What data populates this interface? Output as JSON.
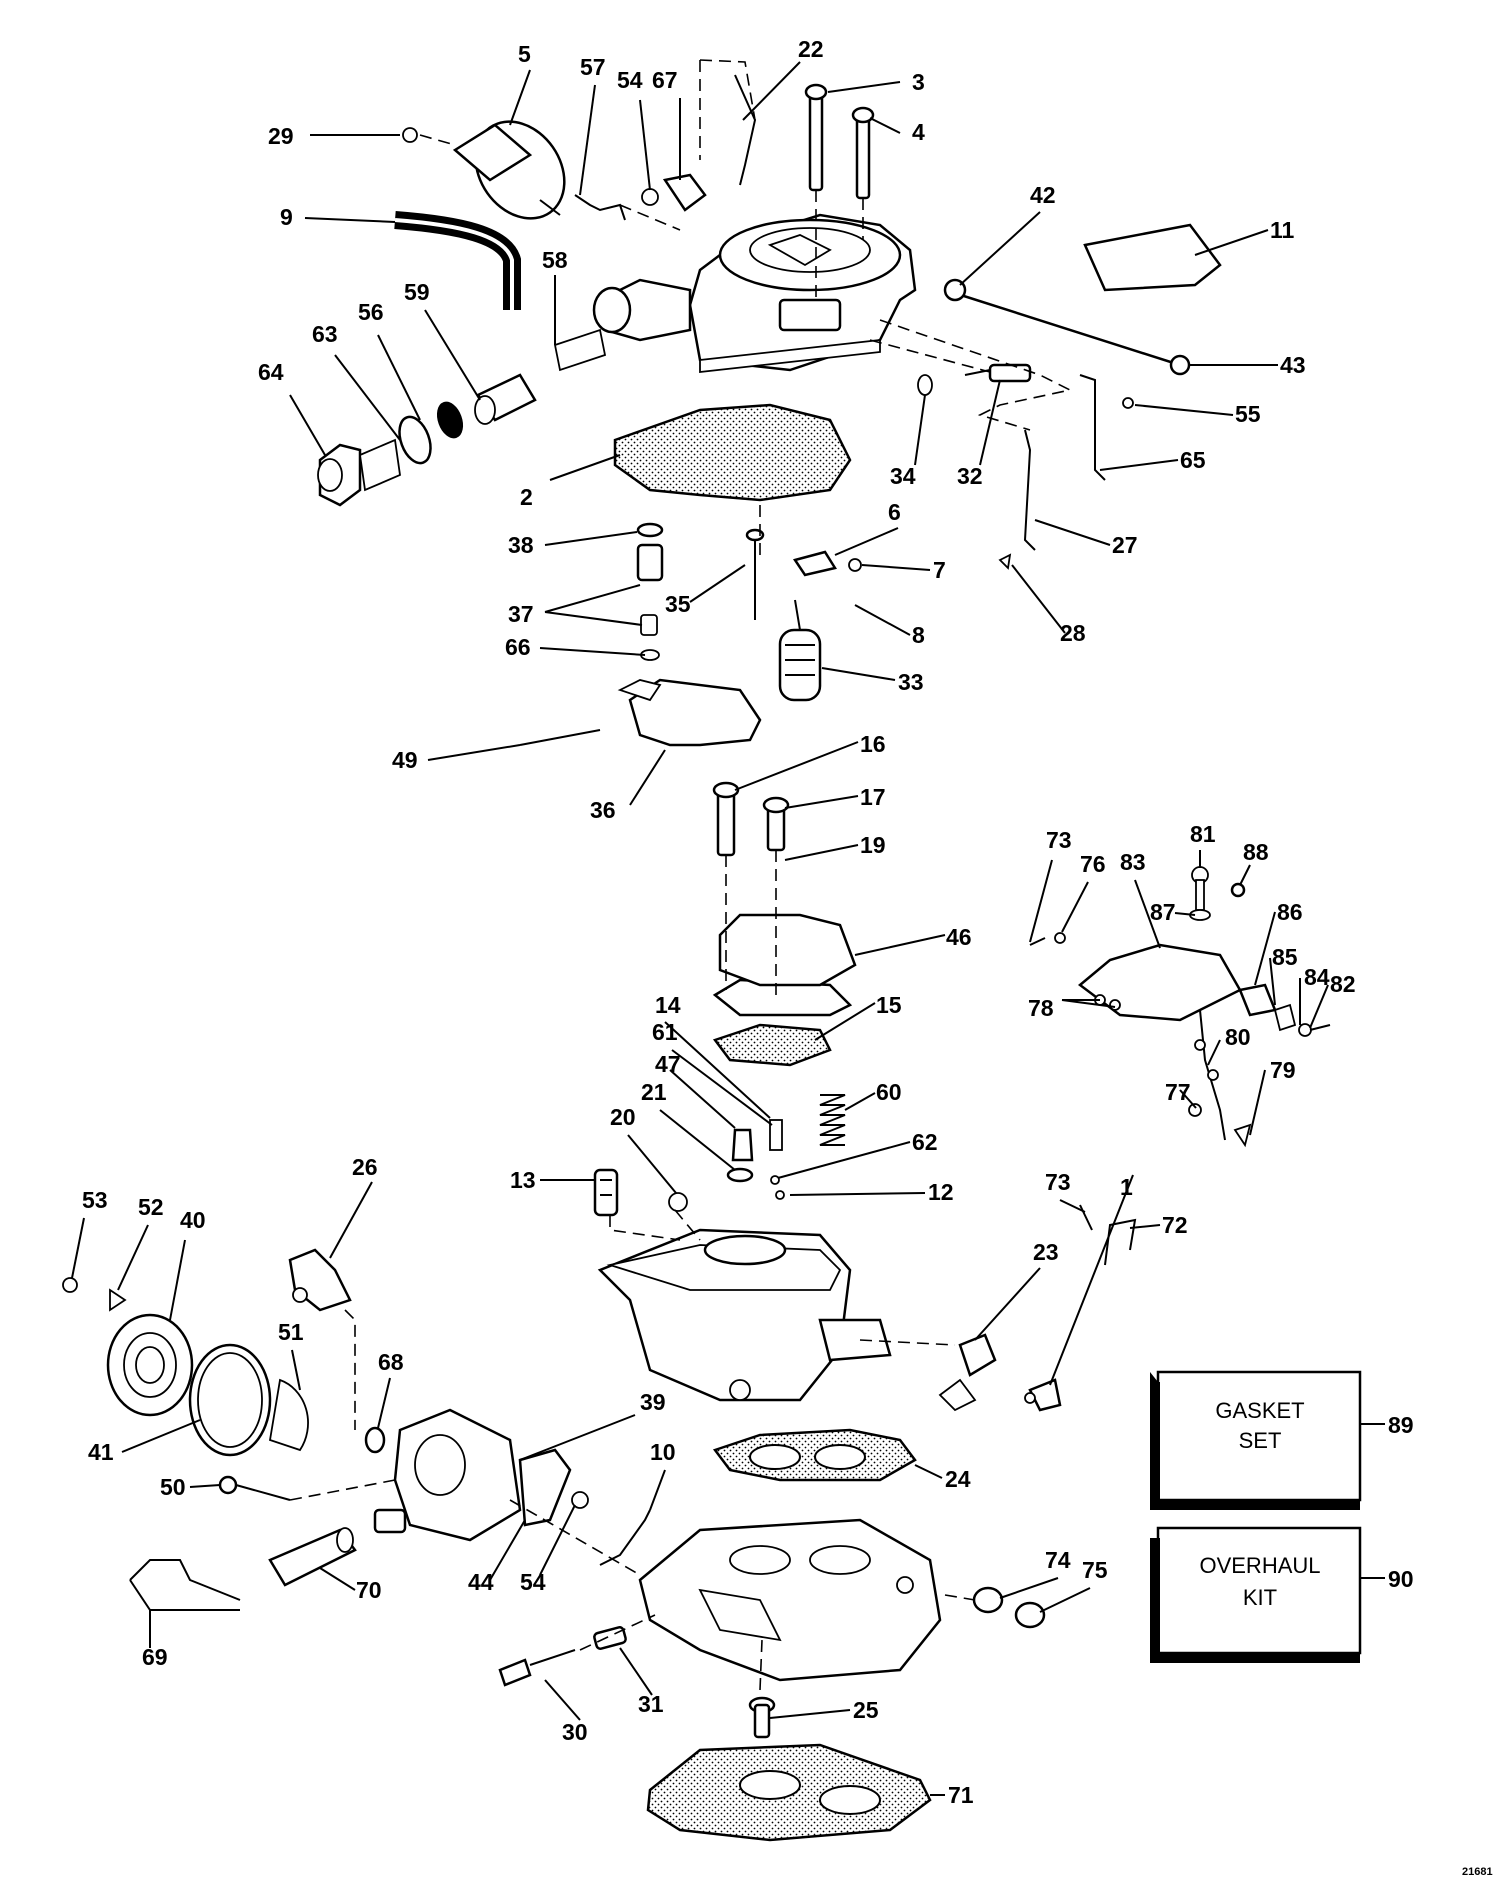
{
  "kits": {
    "gasket_line1": "GASKET",
    "gasket_line2": "SET",
    "gasket_num": "89",
    "overhaul_line1": "OVERHAUL",
    "overhaul_line2": "KIT",
    "overhaul_num": "90"
  },
  "figure_code": "21681",
  "callouts": [
    "1",
    "2",
    "3",
    "4",
    "5",
    "6",
    "7",
    "8",
    "9",
    "10",
    "11",
    "12",
    "13",
    "14",
    "15",
    "16",
    "17",
    "19",
    "20",
    "21",
    "22",
    "23",
    "24",
    "25",
    "26",
    "27",
    "28",
    "29",
    "30",
    "31",
    "32",
    "33",
    "34",
    "35",
    "36",
    "37",
    "38",
    "39",
    "40",
    "41",
    "42",
    "43",
    "44",
    "46",
    "47",
    "49",
    "50",
    "51",
    "52",
    "53",
    "54",
    "54",
    "55",
    "56",
    "57",
    "58",
    "59",
    "60",
    "61",
    "62",
    "63",
    "64",
    "65",
    "66",
    "67",
    "68",
    "69",
    "70",
    "71",
    "72",
    "73",
    "73",
    "74",
    "75",
    "76",
    "77",
    "78",
    "79",
    "80",
    "81",
    "82",
    "83",
    "84",
    "85",
    "86",
    "87",
    "88"
  ]
}
